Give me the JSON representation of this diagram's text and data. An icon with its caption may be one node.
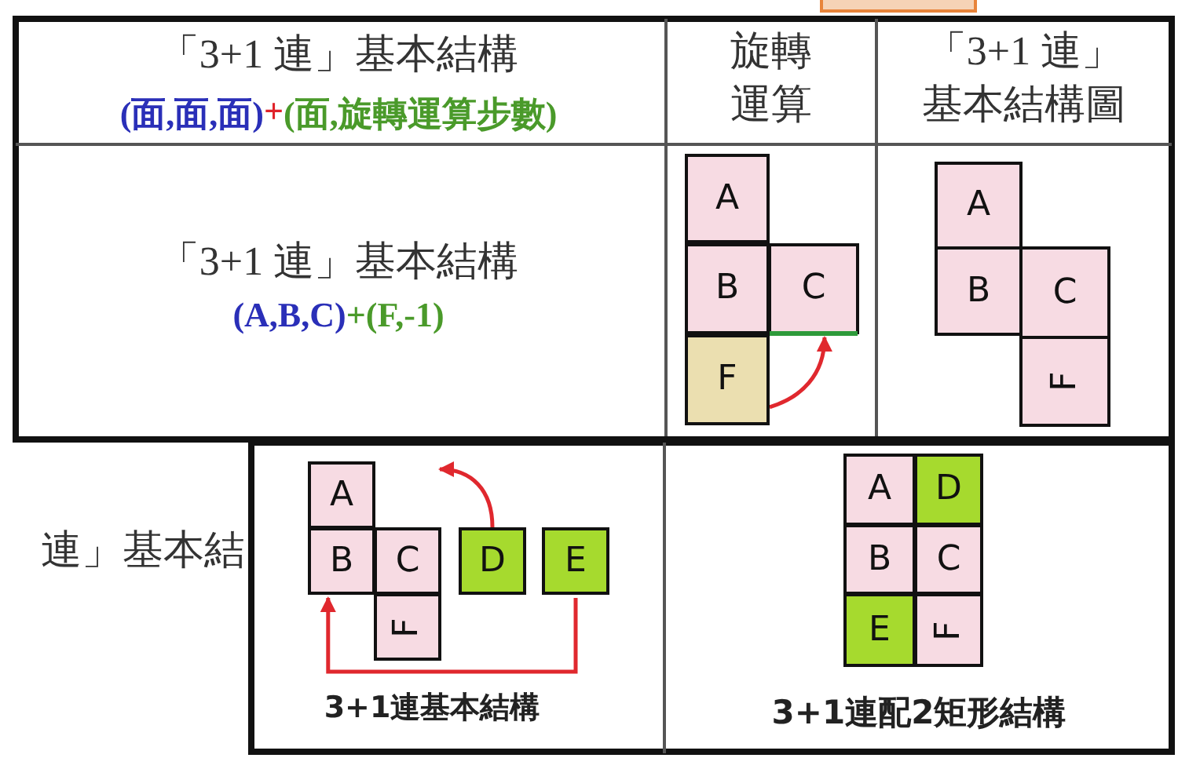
{
  "diagram": {
    "nodes": [
      {
        "text": [
          "A"
        ]
      },
      {
        "text": [
          "B"
        ]
      },
      {
        "text": [
          "C"
        ]
      },
      {
        "text": [
          "F"
        ]
      },
      {
        "text": [
          "A"
        ]
      },
      {
        "text": [
          "B"
        ]
      },
      {
        "text": [
          "C"
        ]
      },
      {
        "text": [
          "F"
        ]
      },
      {
        "text": [
          "A"
        ]
      },
      {
        "text": [
          "B"
        ]
      },
      {
        "text": [
          "C"
        ]
      },
      {
        "text": [
          "D"
        ]
      },
      {
        "text": [
          "E"
        ]
      },
      {
        "text": [
          "F"
        ]
      },
      {
        "text": [
          "A"
        ]
      },
      {
        "text": [
          "D"
        ]
      },
      {
        "text": [
          "B"
        ]
      },
      {
        "text": [
          "C"
        ]
      },
      {
        "text": [
          "E"
        ]
      },
      {
        "text": [
          "F"
        ]
      }
    ],
    "edges": [
      {
        "from": 3,
        "to": 2,
        "arrow": "to"
      },
      {
        "from": 11,
        "to": null,
        "arrow": "to"
      },
      {
        "from": 12,
        "to": 9,
        "arrow": "to"
      }
    ],
    "labels": [
      "「3+1 連」基本結構",
      "(面,面,面)",
      "+",
      "(面,旋轉運算步數)",
      "旋轉運算",
      "「3+1 連」基本結構圖",
      "「3+1 連」基本結構",
      "(A,B,C)",
      "+",
      "(F,-1)",
      "連」基本結",
      "3+1連基本結構",
      "3+1連配2矩形結構"
    ]
  }
}
